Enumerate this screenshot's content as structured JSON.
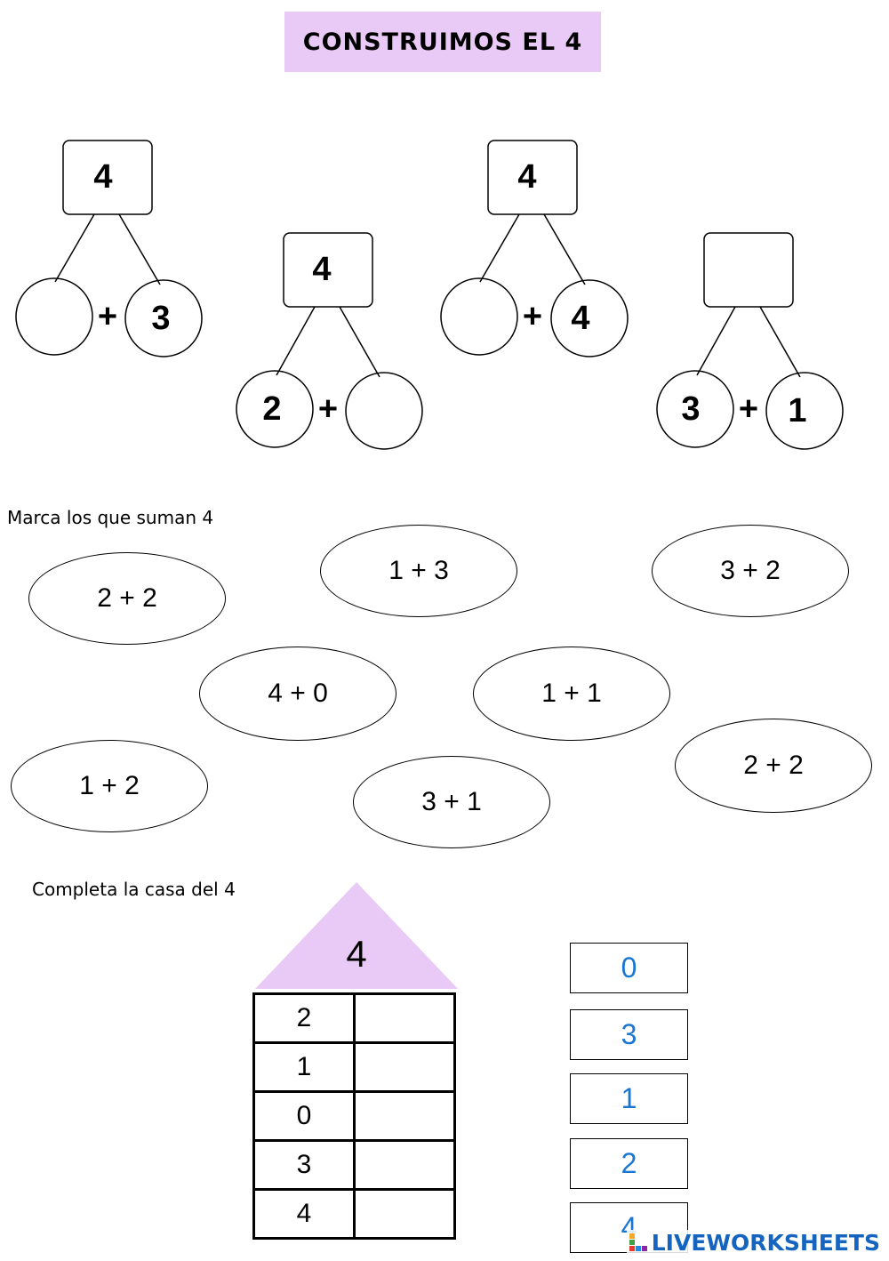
{
  "title": "CONSTRUIMOS EL 4",
  "bonds": [
    {
      "top": "4",
      "left": "",
      "right": "3",
      "op": "+"
    },
    {
      "top": "4",
      "left": "2",
      "right": "",
      "op": "+"
    },
    {
      "top": "4",
      "left": "",
      "right": "4",
      "op": "+"
    },
    {
      "top": "",
      "left": "3",
      "right": "1",
      "op": "+"
    }
  ],
  "mark_section": {
    "label": "Marca los que suman 4",
    "ovals": [
      "2 + 2",
      "1 + 3",
      "3 + 2",
      "4 + 0",
      "1 + 1",
      "1 + 2",
      "3 + 1",
      "2 + 2"
    ]
  },
  "house_section": {
    "label": "Completa la casa del 4",
    "roof_number": "4",
    "rows": [
      {
        "left": "2",
        "right": ""
      },
      {
        "left": "1",
        "right": ""
      },
      {
        "left": "0",
        "right": ""
      },
      {
        "left": "3",
        "right": ""
      },
      {
        "left": "4",
        "right": ""
      }
    ],
    "answer_options": [
      "0",
      "3",
      "1",
      "2",
      "4"
    ]
  },
  "colors": {
    "title_bg": "#e9c9f5",
    "roof": "#e9c9f5",
    "answer_text": "#1976d2",
    "logo": "#1565c0"
  },
  "logo": {
    "text": "LIVEWORKSHEETS"
  }
}
